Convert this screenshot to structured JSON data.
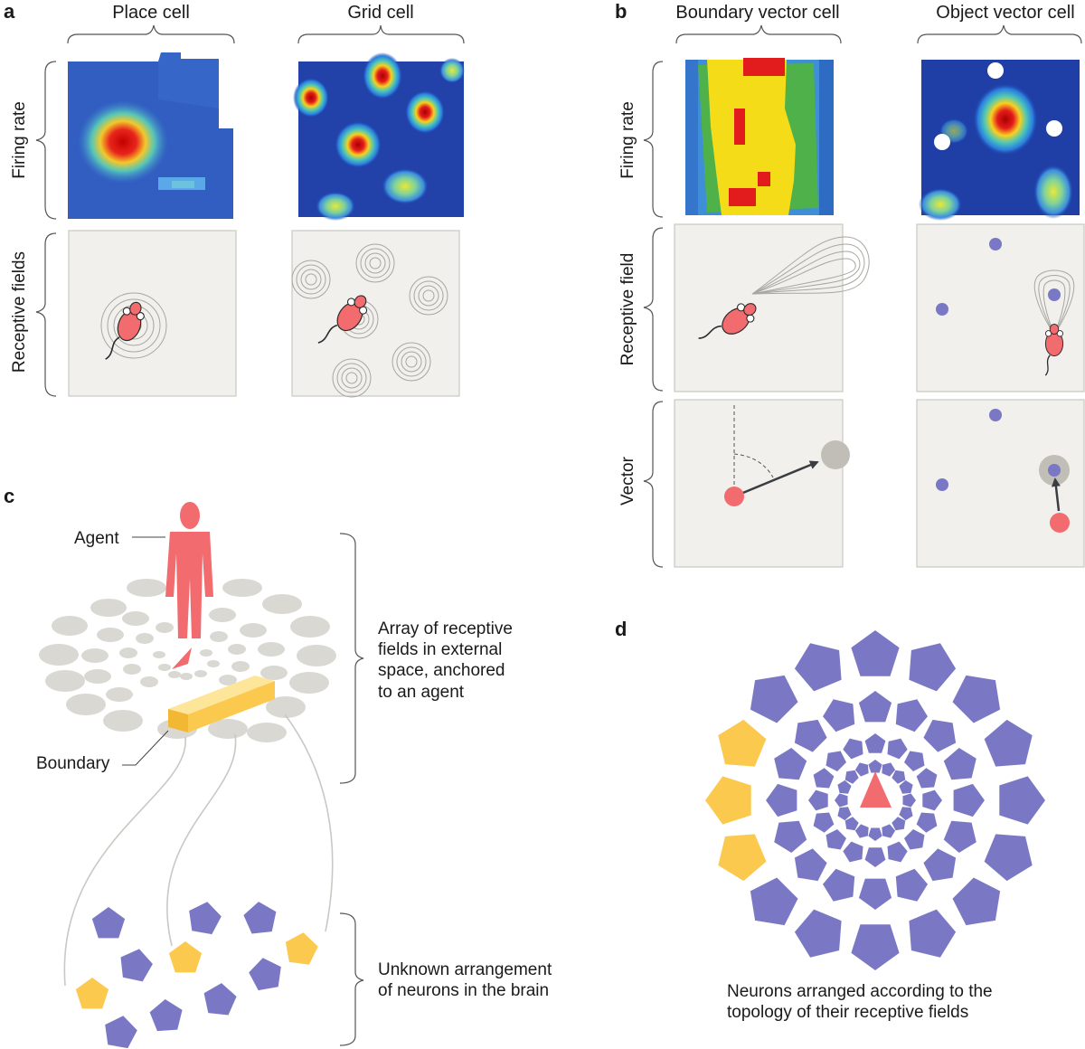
{
  "panels": {
    "a": {
      "letter": "a",
      "columns": [
        "Place cell",
        "Grid cell"
      ],
      "rows": [
        "Firing rate",
        "Receptive fields"
      ]
    },
    "b": {
      "letter": "b",
      "columns": [
        "Boundary vector cell",
        "Object vector cell"
      ],
      "rows": [
        "Firing rate",
        "Receptive field",
        "Vector"
      ]
    },
    "c": {
      "letter": "c",
      "agent_label": "Agent",
      "boundary_label": "Boundary",
      "array_text": [
        "Array of receptive",
        "fields in external",
        "space, anchored",
        "to an agent"
      ],
      "brain_text": [
        "Unknown arrangement",
        "of neurons in the brain"
      ]
    },
    "d": {
      "letter": "d",
      "caption": [
        "Neurons arranged according to the",
        "topology of their receptive fields"
      ]
    }
  },
  "colors": {
    "agent": "#f26b6e",
    "neuron": "#7a78c4",
    "highlight": "#fbc94e",
    "field": "#d9d8d3",
    "panel_bg": "#f1f0ec",
    "object": "#c0beb6"
  }
}
